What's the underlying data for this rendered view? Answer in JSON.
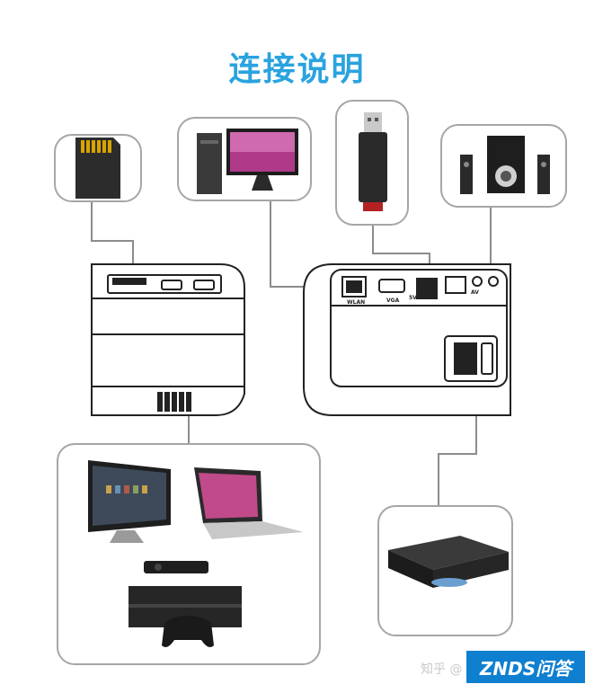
{
  "title": "连接说明",
  "port_labels": {
    "wlan": "WLAN",
    "vga": "VGA",
    "fivev": "5V",
    "av": "AV"
  },
  "watermark": {
    "zhihu": "知乎 @",
    "znds": "ZNDS问答"
  },
  "colors": {
    "title": "#2aa3df",
    "frame": "#a6a6a6",
    "projector_stroke": "#222222",
    "znds_bg": "#0f7fd0"
  }
}
